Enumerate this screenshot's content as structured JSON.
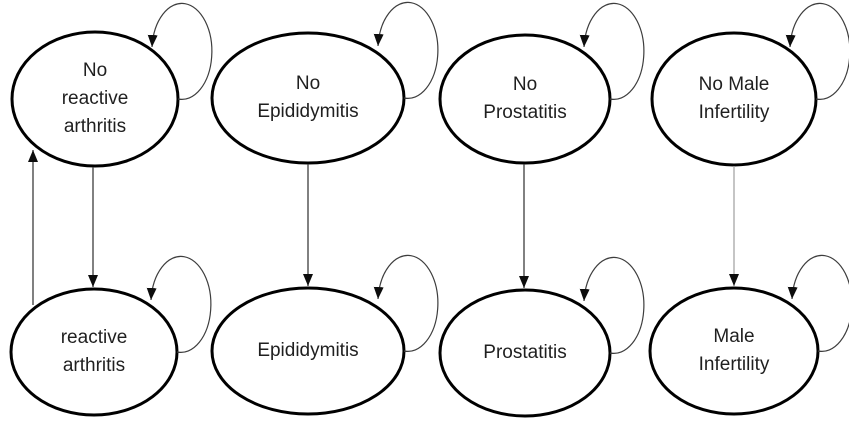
{
  "diagram": {
    "type": "state-transition",
    "states": [
      {
        "id": "no-reactive-arthritis",
        "label": "No\nreactive\narthritis",
        "row": "top",
        "column": 1,
        "self_loop": true
      },
      {
        "id": "reactive-arthritis",
        "label": "reactive\narthritis",
        "row": "bottom",
        "column": 1,
        "self_loop": true
      },
      {
        "id": "no-epididymitis",
        "label": "No\nEpididymitis",
        "row": "top",
        "column": 2,
        "self_loop": true
      },
      {
        "id": "epididymitis",
        "label": "Epididymitis",
        "row": "bottom",
        "column": 2,
        "self_loop": true
      },
      {
        "id": "no-prostatitis",
        "label": "No\nProstatitis",
        "row": "top",
        "column": 3,
        "self_loop": true
      },
      {
        "id": "prostatitis",
        "label": "Prostatitis",
        "row": "bottom",
        "column": 3,
        "self_loop": true
      },
      {
        "id": "no-male-infertility",
        "label": "No Male\nInfertility",
        "row": "top",
        "column": 4,
        "self_loop": true
      },
      {
        "id": "male-infertility",
        "label": "Male\nInfertility",
        "row": "bottom",
        "column": 4,
        "self_loop": true
      }
    ],
    "transitions": [
      {
        "from": "no-reactive-arthritis",
        "to": "reactive-arthritis"
      },
      {
        "from": "reactive-arthritis",
        "to": "no-reactive-arthritis"
      },
      {
        "from": "no-epididymitis",
        "to": "epididymitis"
      },
      {
        "from": "no-prostatitis",
        "to": "prostatitis"
      },
      {
        "from": "no-male-infertility",
        "to": "male-infertility"
      },
      {
        "from": "no-reactive-arthritis",
        "to": "no-reactive-arthritis"
      },
      {
        "from": "reactive-arthritis",
        "to": "reactive-arthritis"
      },
      {
        "from": "no-epididymitis",
        "to": "no-epididymitis"
      },
      {
        "from": "epididymitis",
        "to": "epididymitis"
      },
      {
        "from": "no-prostatitis",
        "to": "no-prostatitis"
      },
      {
        "from": "prostatitis",
        "to": "prostatitis"
      },
      {
        "from": "no-male-infertility",
        "to": "no-male-infertility"
      },
      {
        "from": "male-infertility",
        "to": "male-infertility"
      }
    ],
    "colors": {
      "state_stroke": "#000000",
      "text": "#1f1f1f",
      "arrow": "#3d3d3d",
      "arrow_muted": "#a6a6a6",
      "arrowhead": "#0d0d0d"
    }
  }
}
